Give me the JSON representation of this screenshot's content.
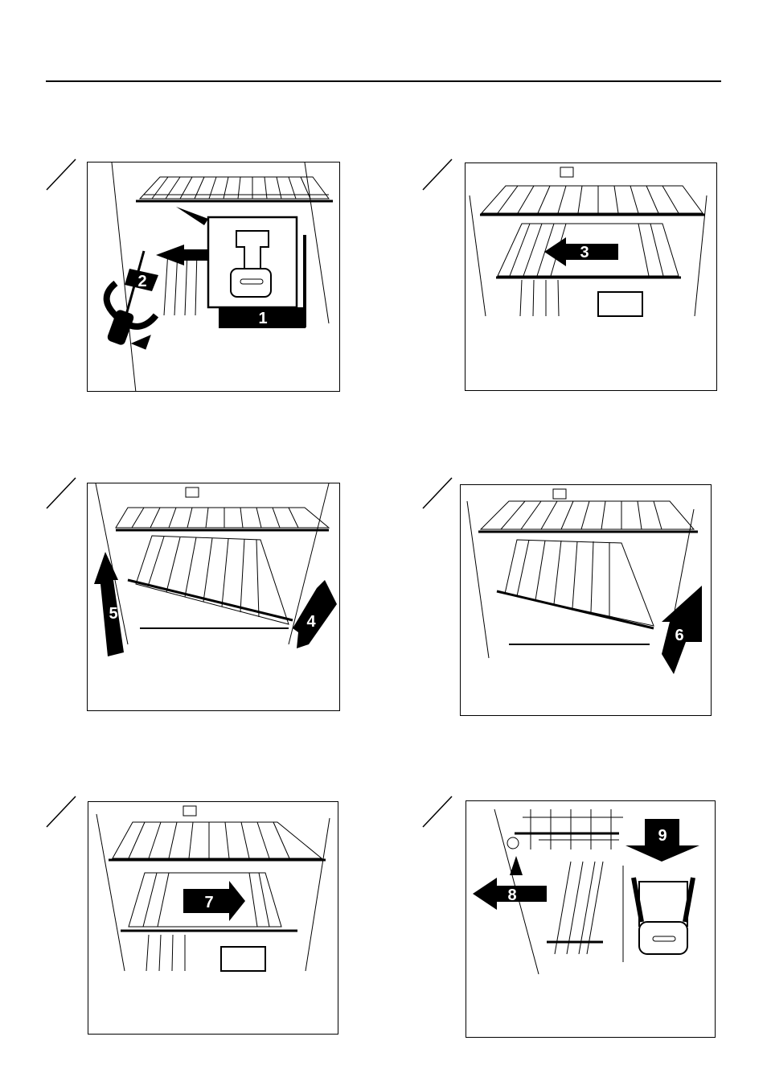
{
  "steps": [
    {
      "id": 1,
      "callouts": [
        "1",
        "2"
      ]
    },
    {
      "id": 2,
      "callouts": [
        "3"
      ]
    },
    {
      "id": 3,
      "callouts": [
        "4",
        "5"
      ]
    },
    {
      "id": 4,
      "callouts": [
        "6"
      ]
    },
    {
      "id": 5,
      "callouts": [
        "7"
      ]
    },
    {
      "id": 6,
      "callouts": [
        "8",
        "9"
      ]
    }
  ],
  "icons": [
    "screwdriver-icon",
    "shelf-bracket-icon",
    "arrow-left-icon",
    "arrow-right-icon",
    "arrow-up-icon",
    "arrow-down-icon"
  ]
}
